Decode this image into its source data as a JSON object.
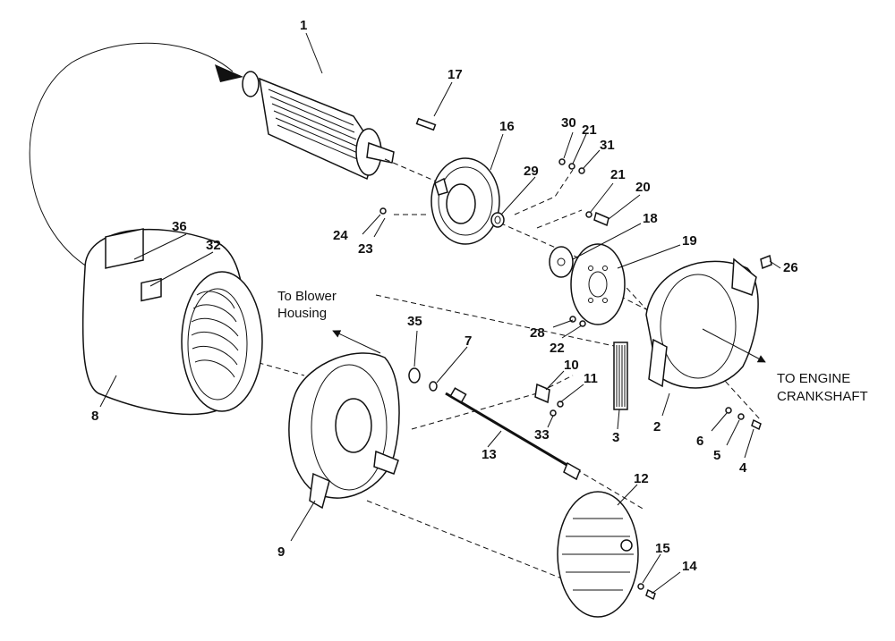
{
  "callouts": {
    "p1": "1",
    "p2": "2",
    "p3": "3",
    "p4": "4",
    "p5": "5",
    "p6": "6",
    "p7": "7",
    "p8": "8",
    "p9": "9",
    "p10": "10",
    "p11": "11",
    "p12": "12",
    "p13": "13",
    "p14": "14",
    "p15": "15",
    "p16": "16",
    "p17": "17",
    "p18": "18",
    "p19": "19",
    "p20": "20",
    "p21a": "21",
    "p21b": "21",
    "p22": "22",
    "p23": "23",
    "p24": "24",
    "p26": "26",
    "p28": "28",
    "p29": "29",
    "p30": "30",
    "p31": "31",
    "p32": "32",
    "p33": "33",
    "p35": "35",
    "p36": "36"
  },
  "notes": {
    "blower_line1": "To Blower",
    "blower_line2": "Housing",
    "engine_line1": "TO ENGINE",
    "engine_line2": "CRANKSHAFT"
  }
}
